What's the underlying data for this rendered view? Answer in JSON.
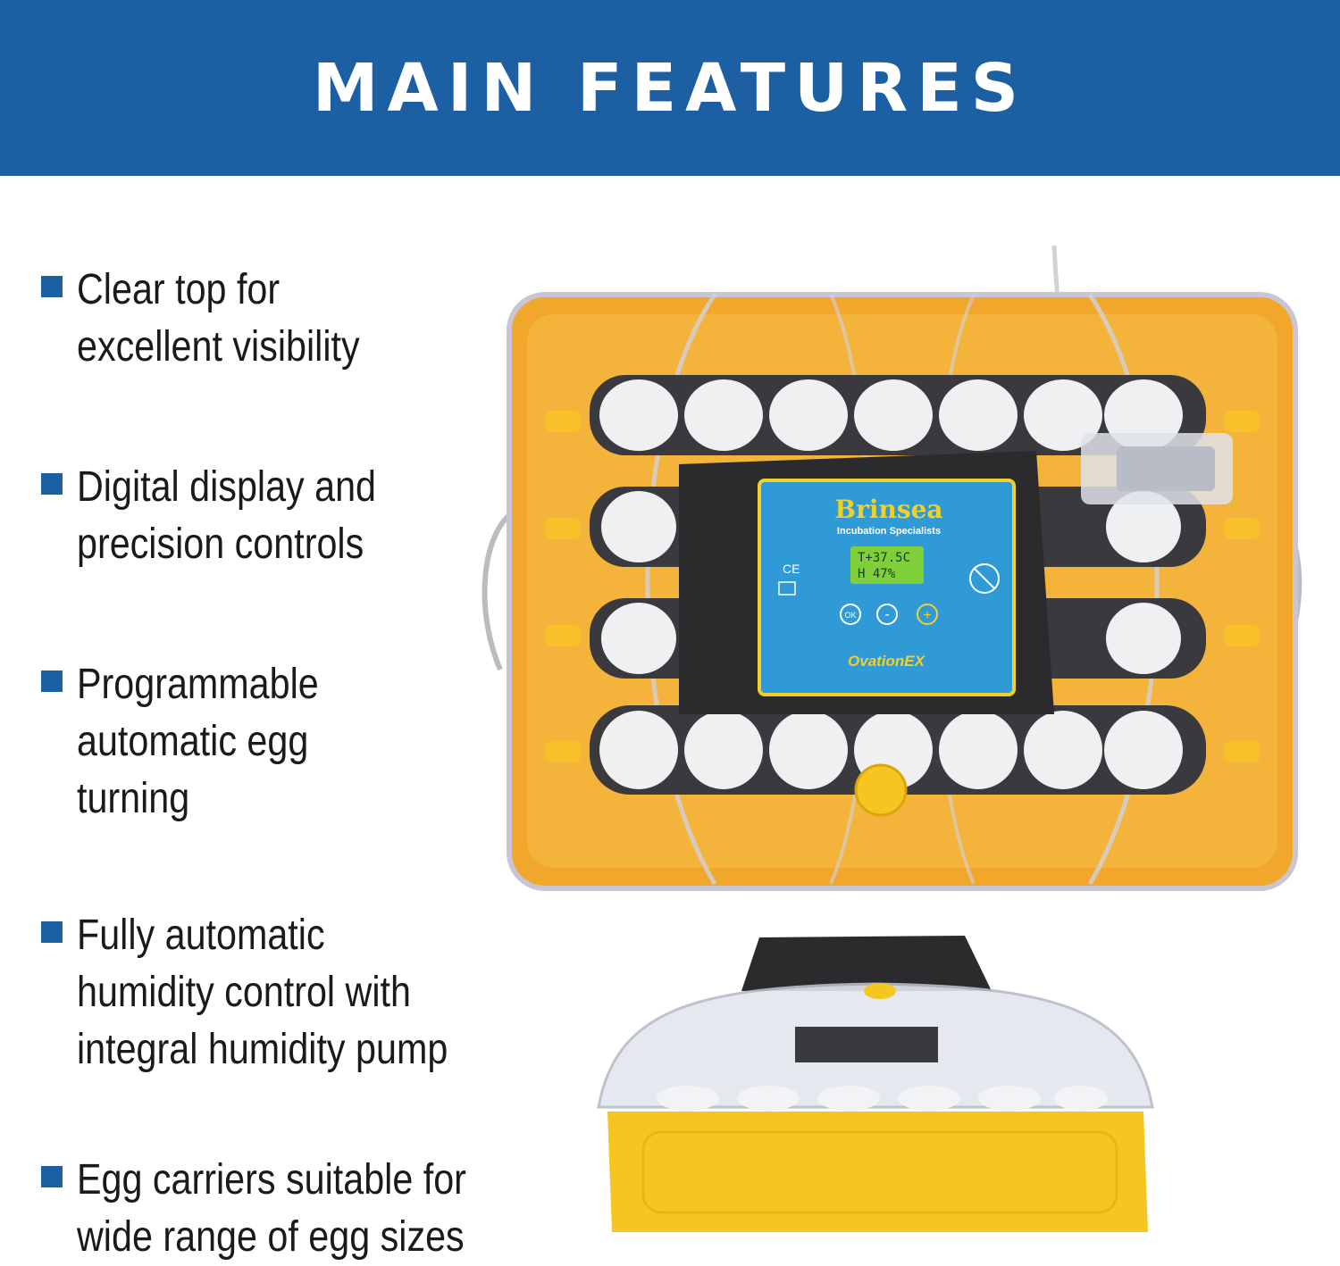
{
  "header": {
    "title": "MAIN FEATURES",
    "background": "#1c5fa3"
  },
  "features": [
    {
      "lines": [
        "Clear top for",
        "excellent visibility"
      ]
    },
    {
      "lines": [
        "Digital display and",
        "precision controls"
      ]
    },
    {
      "lines": [
        "Programmable",
        "automatic egg",
        "turning"
      ]
    },
    {
      "lines": [
        "Fully automatic",
        "humidity control with",
        "integral humidity pump"
      ]
    },
    {
      "lines": [
        "Egg carriers suitable for",
        "wide range of egg sizes"
      ]
    }
  ],
  "product": {
    "brand": "Brinsea",
    "tagline": "Incubation Specialists",
    "model": "OvationEX",
    "display": {
      "line1": "T+37.5C",
      "line2": "H 47%"
    },
    "buttons": [
      "OK",
      "-",
      "+"
    ]
  },
  "colors": {
    "accent": "#1c5fa3",
    "tray": "#f4b027",
    "base": "#f6c620",
    "panel": "#2f9ad6"
  }
}
